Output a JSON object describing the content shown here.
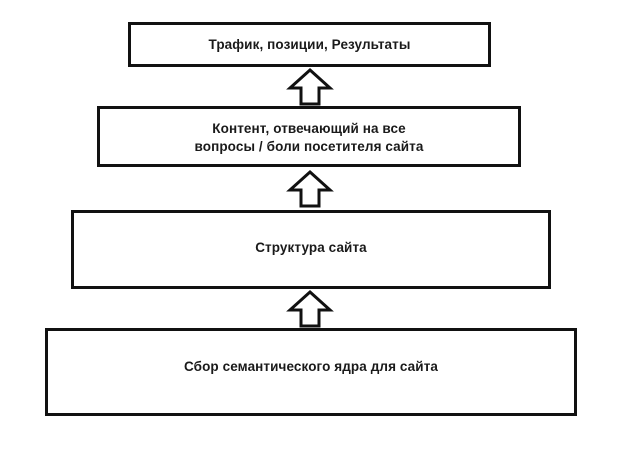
{
  "diagram": {
    "type": "flowchart-pyramid",
    "direction": "bottom-to-top",
    "background_color": "#ffffff",
    "border_color": "#111111",
    "text_color": "#1a1a1a",
    "nodes": [
      {
        "id": "results",
        "level": 1,
        "label": "Трафик, позиции, Результаты"
      },
      {
        "id": "content",
        "level": 2,
        "label": "Контент, отвечающий на все\nвопросы / боли посетителя сайта"
      },
      {
        "id": "structure",
        "level": 3,
        "label": "Структура сайта"
      },
      {
        "id": "semantics",
        "level": 4,
        "label": "Сбор семантического ядра для сайта"
      }
    ],
    "connectors": [
      {
        "id": "arrow-1",
        "from": "content",
        "to": "results",
        "icon": "arrow-up-icon"
      },
      {
        "id": "arrow-2",
        "from": "structure",
        "to": "content",
        "icon": "arrow-up-icon"
      },
      {
        "id": "arrow-3",
        "from": "semantics",
        "to": "structure",
        "icon": "arrow-up-icon"
      }
    ]
  }
}
